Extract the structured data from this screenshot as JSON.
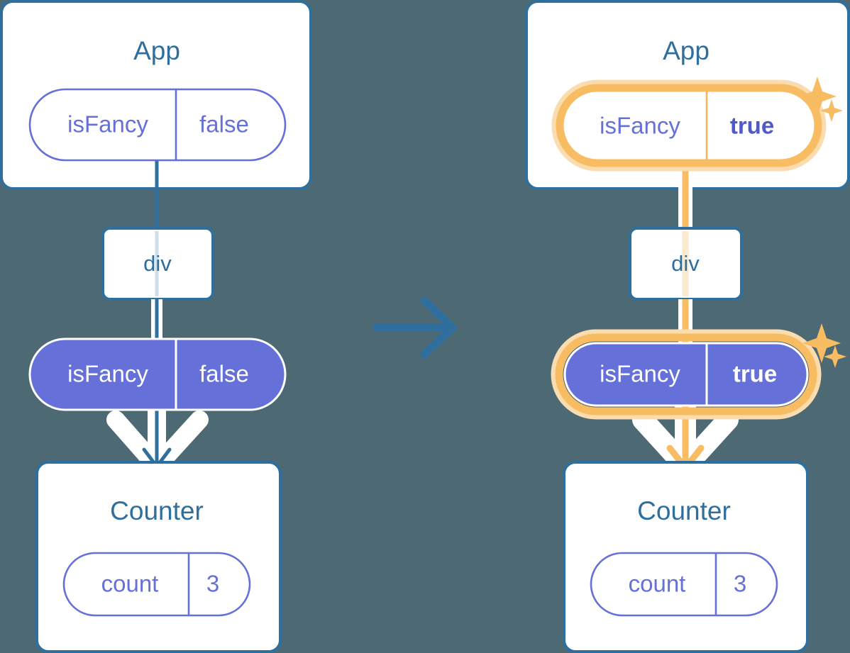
{
  "meta": {
    "title": "React state propagation diagram: App isFancy false to true",
    "background_color": "#4d6973"
  },
  "colors": {
    "background": "#4d6973",
    "box_border_blue": "#2e6f9e",
    "title_blue": "#2e6f9e",
    "purple": "#6570d8",
    "purple_text": "#6570d8",
    "white": "#ffffff",
    "highlight_orange": "#f8bc63",
    "highlight_orange_glow": "#fbdcaf"
  },
  "transition_arrow": {
    "name": "right-arrow",
    "color": "#2e6f9e",
    "direction": "right"
  },
  "panels": [
    {
      "id": "before",
      "side": "left",
      "app": {
        "title": "App",
        "state_pill": {
          "key": "isFancy",
          "value": "false",
          "style": "outline",
          "highlighted": false,
          "value_bold": false
        }
      },
      "div_node": {
        "label": "div"
      },
      "prop_pill": {
        "key": "isFancy",
        "value": "false",
        "style": "filled",
        "highlighted": false,
        "value_bold": false
      },
      "counter": {
        "title": "Counter",
        "state_pill": {
          "key": "count",
          "value": "3",
          "style": "outline",
          "highlighted": false
        }
      },
      "connector_color": "#2e6f9e",
      "arrow_color": "#2e6f9e",
      "sparkles": false
    },
    {
      "id": "after",
      "side": "right",
      "app": {
        "title": "App",
        "state_pill": {
          "key": "isFancy",
          "value": "true",
          "style": "outline",
          "highlighted": true,
          "value_bold": true
        }
      },
      "div_node": {
        "label": "div"
      },
      "prop_pill": {
        "key": "isFancy",
        "value": "true",
        "style": "filled",
        "highlighted": true,
        "value_bold": true
      },
      "counter": {
        "title": "Counter",
        "state_pill": {
          "key": "count",
          "value": "3",
          "style": "outline",
          "highlighted": false
        }
      },
      "connector_color": "#f8bc63",
      "arrow_color": "#f8bc63",
      "sparkles": true
    }
  ]
}
